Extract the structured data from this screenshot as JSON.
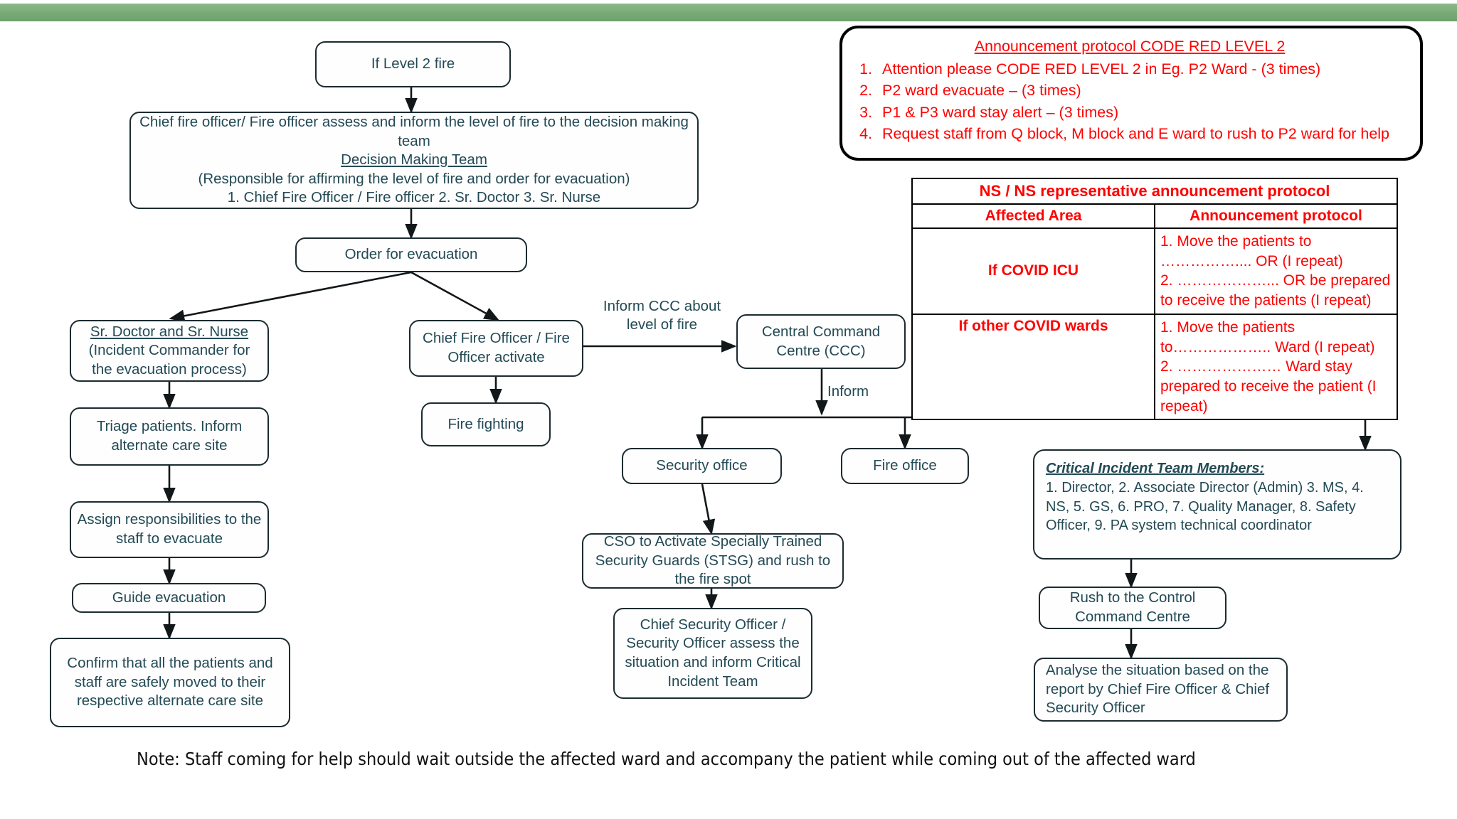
{
  "theme": {
    "banner_color": "#77ab75",
    "node_text_color": "#234a55",
    "node_border_color": "#1b2b30",
    "alert_color": "#ff0000",
    "note_color": "#111111"
  },
  "announcement": {
    "title": "Announcement protocol CODE RED LEVEL 2",
    "items": [
      "Attention please CODE RED LEVEL 2 in Eg. P2 Ward  - (3 times)",
      "P2 ward evacuate – (3 times)",
      "P1 & P3 ward stay alert  – (3 times)",
      "Request staff from Q block, M block and E ward to rush to P2 ward for help"
    ]
  },
  "protocol_table": {
    "title": "NS / NS representative announcement protocol",
    "columns": [
      "Affected Area",
      "Announcement protocol"
    ],
    "rows": [
      {
        "area": "If COVID ICU",
        "lines": [
          "1. Move the patients to …………….... OR (I repeat)",
          "2. ………………... OR be prepared to receive the patients  (I repeat)"
        ]
      },
      {
        "area": "If other COVID wards",
        "lines": [
          "1. Move the patients to……………….. Ward (I repeat)",
          "2. ………………… Ward stay prepared to receive the patient (I repeat)"
        ]
      }
    ]
  },
  "critical_incident": {
    "heading": "Critical Incident Team Members:",
    "body": "1. Director, 2. Associate Director (Admin) 3. MS, 4. NS, 5. GS, 6. PRO, 7. Quality Manager, 8. Safety Officer, 9. PA system technical coordinator"
  },
  "nodes": {
    "level2_fire": "If Level 2  fire",
    "assess_l1": "Chief fire officer/ Fire officer assess and inform the level of fire to the decision making team",
    "assess_l2": "Decision Making Team",
    "assess_l3": "(Responsible for affirming the level of fire and order for evacuation)",
    "assess_l4": "1. Chief Fire Officer / Fire officer 2. Sr. Doctor 3. Sr. Nurse",
    "order_evac": "Order for evacuation",
    "sr_doctor_l1": "Sr. Doctor and Sr. Nurse",
    "sr_doctor_l2": "(Incident Commander for the evacuation process)",
    "triage": "Triage patients. Inform alternate care site",
    "assign": "Assign responsibilities to the staff to evacuate",
    "guide": "Guide evacuation",
    "confirm": "Confirm that all the patients and staff are safely moved to their respective alternate care site",
    "cfo_activate": "Chief Fire Officer / Fire Officer activate",
    "fire_fighting": "Fire fighting",
    "ccc": "Central Command Centre (CCC)",
    "security_office": "Security office",
    "fire_office": "Fire office",
    "cso_activate": "CSO to Activate Specially Trained Security Guards (STSG) and rush to the fire spot",
    "cso_assess": "Chief Security Officer / Security Officer assess the situation and  inform Critical Incident Team",
    "rush_control": "Rush to the Control Command Centre",
    "analyse": "Analyse the situation based on the report by Chief Fire Officer & Chief Security Officer"
  },
  "edge_labels": {
    "inform_ccc": "Inform CCC about level of  fire",
    "inform": "Inform"
  },
  "note": "Note: Staff coming for help should wait outside the affected ward and accompany the patient while coming out of the affected ward"
}
